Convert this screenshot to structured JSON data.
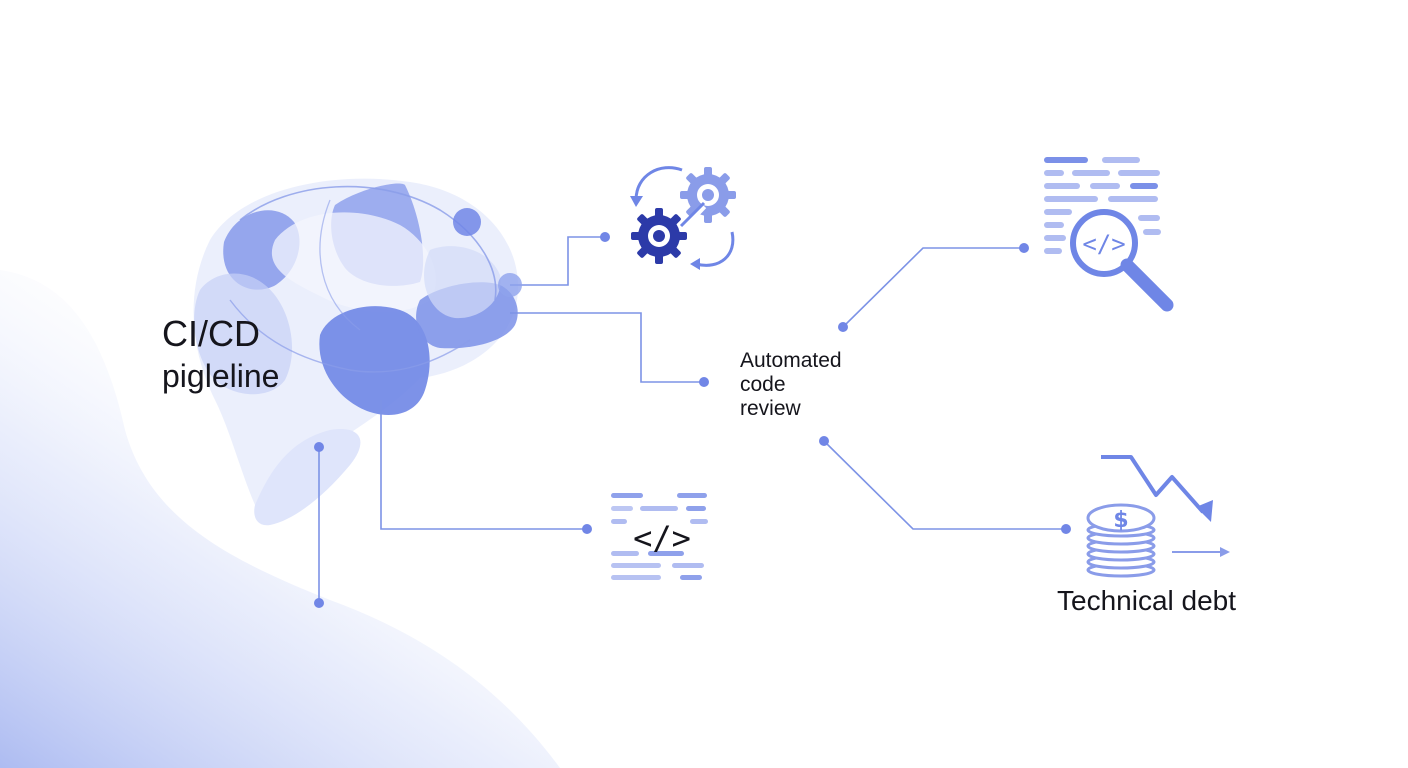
{
  "hub": {
    "title_line1": "CI/CD",
    "title_line2": "pigleline"
  },
  "review": {
    "line1": "Automated",
    "line2": "code",
    "line3": "review"
  },
  "debt": {
    "label": "Technical debt",
    "coin_symbol": "$"
  },
  "icons": {
    "code_symbol": "</>",
    "magnifier_code_symbol": "</>"
  },
  "colors": {
    "accent": "#6f86e6",
    "accent_light": "#aab9f3",
    "accent_dark": "#2c3aa8",
    "text": "#15151c"
  }
}
